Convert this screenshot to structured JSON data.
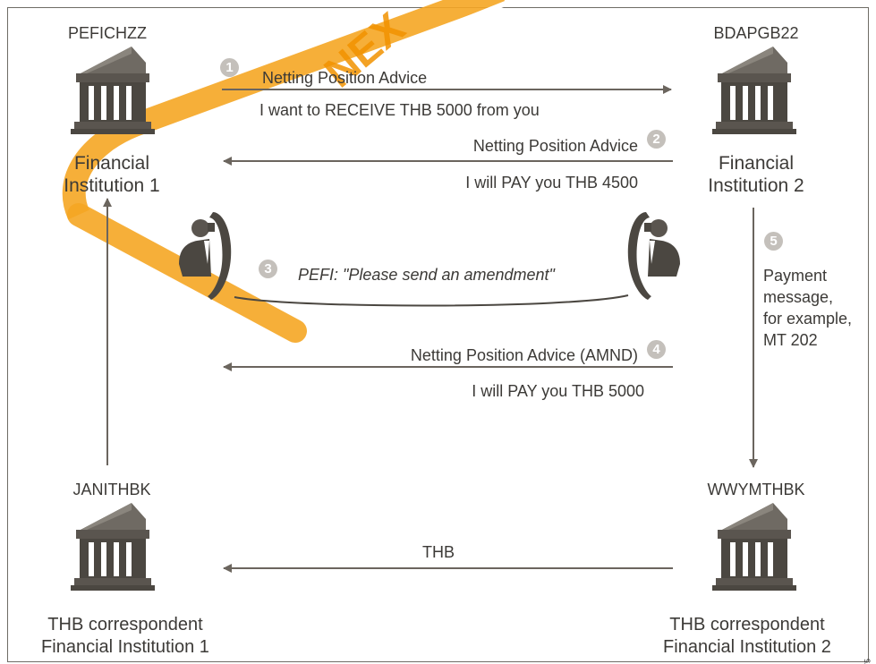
{
  "colors": {
    "ink": "#4a4640",
    "arrow": "#6b655e",
    "watermark": "#f29200",
    "badge": "#c4c0bb"
  },
  "watermark_text": "NEX",
  "institutions": {
    "fi1": {
      "code": "PEFICHZZ",
      "label_lines": [
        "Financial",
        "Institution 1"
      ],
      "icon": "bank-building-icon"
    },
    "fi2": {
      "code": "BDAPGB22",
      "label_lines": [
        "Financial",
        "Institution 2"
      ],
      "icon": "bank-building-icon"
    },
    "corr1": {
      "code": "JANITHBK",
      "label_lines": [
        "THB correspondent",
        "Financial Institution 1"
      ],
      "icon": "bank-building-icon"
    },
    "corr2": {
      "code": "WWYMTHBK",
      "label_lines": [
        "THB correspondent",
        "Financial Institution 2"
      ],
      "icon": "bank-building-icon"
    }
  },
  "steps": {
    "s1": {
      "number": "1",
      "title": "Netting Position Advice",
      "detail": "I want to RECEIVE THB 5000 from you"
    },
    "s2": {
      "number": "2",
      "title": "Netting Position Advice",
      "detail": "I will PAY you THB 4500"
    },
    "s3": {
      "number": "3",
      "text": "PEFI: \"Please send an amendment\""
    },
    "s4": {
      "number": "4",
      "title": "Netting Position Advice (AMND)",
      "detail": "I will PAY you THB 5000"
    },
    "s5": {
      "number": "5",
      "lines": [
        "Payment",
        "message,",
        "for example,",
        "MT 202"
      ]
    }
  },
  "currency_flow_label": "THB",
  "figure_id": "D0030075"
}
